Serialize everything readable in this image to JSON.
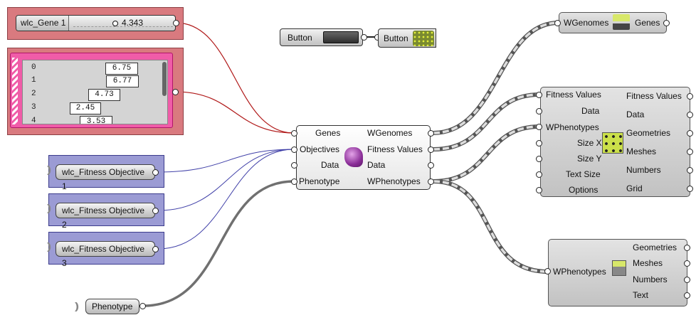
{
  "slider": {
    "name": "wlc_Gene 1",
    "value": "4.343"
  },
  "gene_pool": {
    "rows": [
      {
        "index": "0",
        "value": "6.75"
      },
      {
        "index": "1",
        "value": "6.77"
      },
      {
        "index": "2",
        "value": "4.73"
      },
      {
        "index": "3",
        "value": "2.45"
      },
      {
        "index": "4",
        "value": "3.53"
      }
    ]
  },
  "fitness_objectives": [
    "wlc_Fitness Objective 1",
    "wlc_Fitness Objective 2",
    "wlc_Fitness Objective 3"
  ],
  "phenotype_param": {
    "label": "Phenotype"
  },
  "button_row": {
    "toggle_label": "Button",
    "second_label": "Button"
  },
  "main_component": {
    "inputs": [
      "Genes",
      "Objectives",
      "Data",
      "Phenotype"
    ],
    "outputs": [
      "WGenomes",
      "Fitness Values",
      "Data",
      "WPhenotypes"
    ]
  },
  "wgenomes_component": {
    "input": "WGenomes",
    "output": "Genes"
  },
  "fitness_component": {
    "inputs": [
      "Fitness Values",
      "Data",
      "WPhenotypes",
      "Size X",
      "Size Y",
      "Text Size",
      "Options"
    ],
    "outputs": [
      "Fitness Values",
      "Data",
      "Geometries",
      "Meshes",
      "Numbers",
      "Grid"
    ]
  },
  "phenotype_component": {
    "input": "WPhenotypes",
    "outputs": [
      "Geometries",
      "Meshes",
      "Numbers",
      "Text"
    ]
  },
  "colors": {
    "gene_group": "#d97a7f",
    "pool_group": "#f05ca8",
    "objective_group": "#9b9bd4",
    "red_wire": "#b01818",
    "blue_wire": "#4040a8",
    "gray_wire": "#707070"
  }
}
